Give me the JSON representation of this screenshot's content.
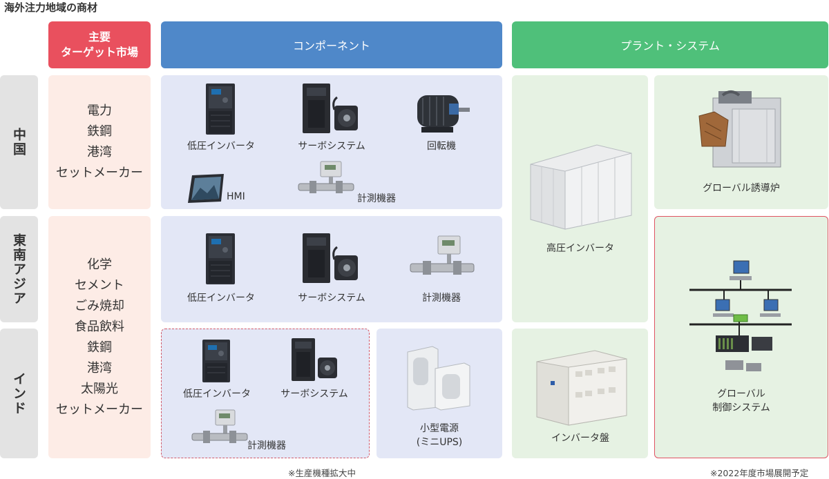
{
  "page_title": "海外注力地域の商材",
  "headers": {
    "market": [
      "主要",
      "ターゲット市場"
    ],
    "components": "コンポーネント",
    "plant": "プラント・システム"
  },
  "regions": {
    "china": "中国",
    "sea": "東南アジア",
    "india": "インド"
  },
  "markets": {
    "china": [
      "電力",
      "鉄鋼",
      "港湾",
      "セットメーカー"
    ],
    "sea_india": [
      "化学",
      "セメント",
      "ごみ焼却",
      "食品飲料",
      "鉄鋼",
      "港湾",
      "太陽光",
      "セットメーカー"
    ]
  },
  "products": {
    "china": {
      "inverter": "低圧インバータ",
      "servo": "サーボシステム",
      "motor": "回転機",
      "hmi": "HMI",
      "meter": "計測機器"
    },
    "sea": {
      "inverter": "低圧インバータ",
      "servo": "サーボシステム",
      "meter": "計測機器"
    },
    "india": {
      "inverter": "低圧インバータ",
      "servo": "サーボシステム",
      "meter": "計測機器",
      "ups": [
        "小型電源",
        "(ミニUPS)"
      ]
    },
    "plant": {
      "hv_inverter": "高圧インバータ",
      "furnace": "グローバル誘導炉",
      "inverter_panel": "インバータ盤",
      "control": [
        "グローバル",
        "制御システム"
      ]
    }
  },
  "notes": {
    "expansion": "※生産機種拡大中",
    "plan": "※2022年度市場展開予定"
  }
}
